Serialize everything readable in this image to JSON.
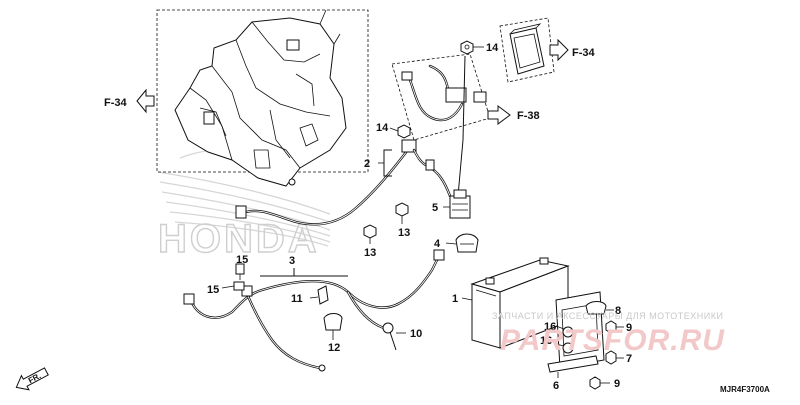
{
  "diagram_code": "MJR4F3700A",
  "front_label": "FR.",
  "brand_watermark": "HONDA",
  "watermark": {
    "caption": "ЗАПЧАСТИ И АКСЕССУАРЫ ДЛЯ МОТОТЕХНИКИ",
    "logo": "PARTSFOR.RU"
  },
  "references": {
    "f34_left": "F-34",
    "f34_right": "F-34",
    "f38": "F-38"
  },
  "callouts": {
    "battery": "1",
    "cable_top": "2",
    "cable_main": "3",
    "cover": "4",
    "relay": "5",
    "holder": "6",
    "nut_7": "7",
    "band": "8",
    "bolt_9a": "9",
    "bolt_9b": "9",
    "bolt_10": "10",
    "clip_11": "11",
    "clip_12": "12",
    "nut_13a": "13",
    "nut_13b": "13",
    "nut_14a": "14",
    "nut_14b": "14",
    "clip_15a": "15",
    "clip_15b": "15",
    "cushion_16a": "16",
    "cushion_16b": "16"
  }
}
